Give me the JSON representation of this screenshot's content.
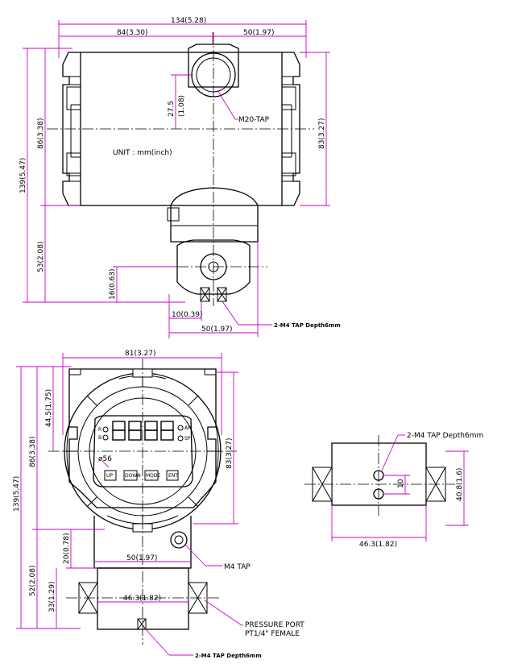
{
  "top_view": {
    "dim_overall_width": "134(5.28)",
    "dim_left_width": "84(3.30)",
    "dim_right_width": "50(1.97)",
    "dim_overall_height": "139(5.47)",
    "dim_body_height": "86(3.38)",
    "dim_body_height_right": "83(3.27)",
    "dim_lower_height": "53(2.08)",
    "dim_port_height": "16(0.63)",
    "dim_tap_offset": "27.5",
    "dim_tap_offset_inch": "(1.08)",
    "callout_m20": "M20-TAP",
    "unit_note": "UNIT : mm(inch)",
    "dim_bottom_offset": "10(0.39)",
    "dim_bottom_width": "50(1.97)",
    "callout_m4_bottom": "2-M4 TAP Depth6mm"
  },
  "front_view": {
    "dim_width": "81(3.27)",
    "dim_overall_height": "139(5.47)",
    "dim_body_height": "86(3.38)",
    "dim_upper_height": "44.5(1.75)",
    "dim_body_height_right": "83(3.27)",
    "dim_lower_height": "52(2.08)",
    "dim_neck_height": "20(0.78)",
    "dim_block_height": "33(1.29)",
    "dim_window_dia": "ø56",
    "dim_neck_width": "50(1.97)",
    "dim_block_width": "46.3(1.82)",
    "callout_m4": "M4 TAP",
    "callout_port_1": "PRESSURE PORT",
    "callout_port_2": "PT1/4\" FEMALE",
    "callout_m4_bottom": "2-M4 TAP Depth6mm",
    "display_digits": "8888",
    "indicator_left_top": "R",
    "indicator_left_bottom": "B",
    "indicator_right_top": "AR",
    "indicator_right_bottom": "SP",
    "button_1": "UP",
    "button_2": "DOWN",
    "button_3": "MODE",
    "button_4": "ENT"
  },
  "side_view": {
    "callout_m4": "2-M4 TAP Depth6mm",
    "dim_hole_spacing": "10",
    "dim_height": "40.8(1.6)",
    "dim_width": "46.3(1.82)"
  }
}
